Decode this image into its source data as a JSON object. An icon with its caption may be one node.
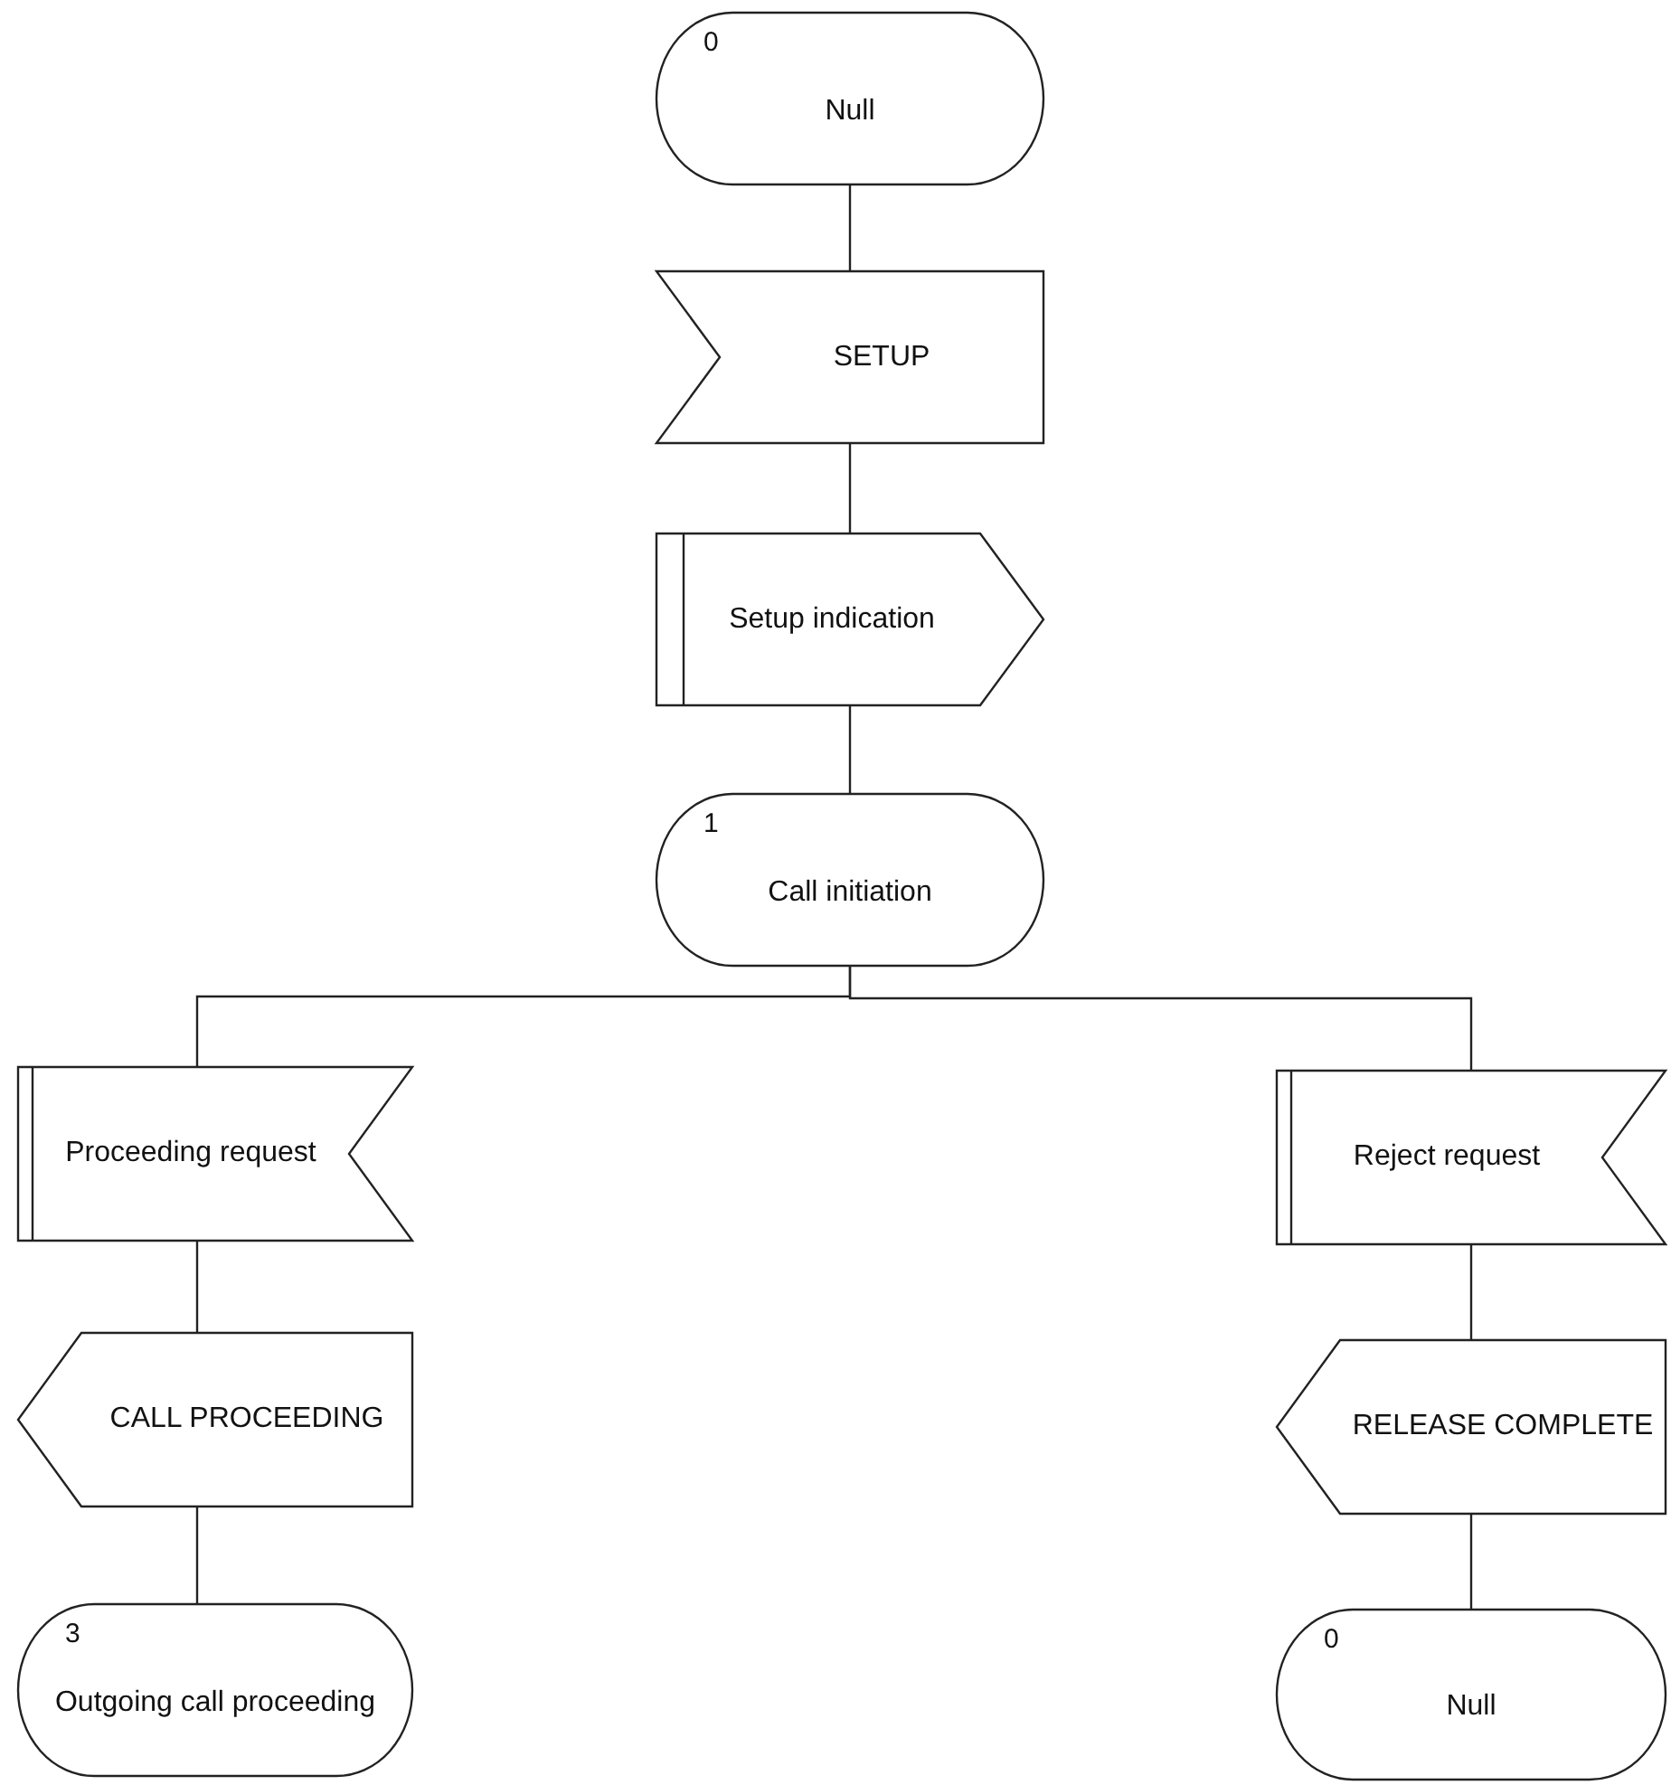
{
  "diagram": {
    "nodes": [
      {
        "text": [
          "0",
          "Null"
        ]
      },
      {
        "text": [
          "SETUP"
        ]
      },
      {
        "text": [
          "Setup indication"
        ]
      },
      {
        "text": [
          "1",
          "Call initiation"
        ]
      },
      {
        "text": [
          "Proceeding request"
        ]
      },
      {
        "text": [
          "CALL PROCEEDING"
        ]
      },
      {
        "text": [
          "3",
          "Outgoing call proceeding"
        ]
      },
      {
        "text": [
          "Reject request"
        ]
      },
      {
        "text": [
          "RELEASE COMPLETE"
        ]
      },
      {
        "text": [
          "0",
          "Null"
        ]
      }
    ],
    "edges": [
      {
        "from": 0,
        "to": 1,
        "arrow": "none"
      },
      {
        "from": 1,
        "to": 2,
        "arrow": "none"
      },
      {
        "from": 2,
        "to": 3,
        "arrow": "none"
      },
      {
        "from": 3,
        "to": 4,
        "arrow": "none"
      },
      {
        "from": 3,
        "to": 7,
        "arrow": "none"
      },
      {
        "from": 4,
        "to": 5,
        "arrow": "none"
      },
      {
        "from": 5,
        "to": 6,
        "arrow": "none"
      },
      {
        "from": 7,
        "to": 8,
        "arrow": "none"
      },
      {
        "from": 8,
        "to": 9,
        "arrow": "none"
      }
    ]
  }
}
